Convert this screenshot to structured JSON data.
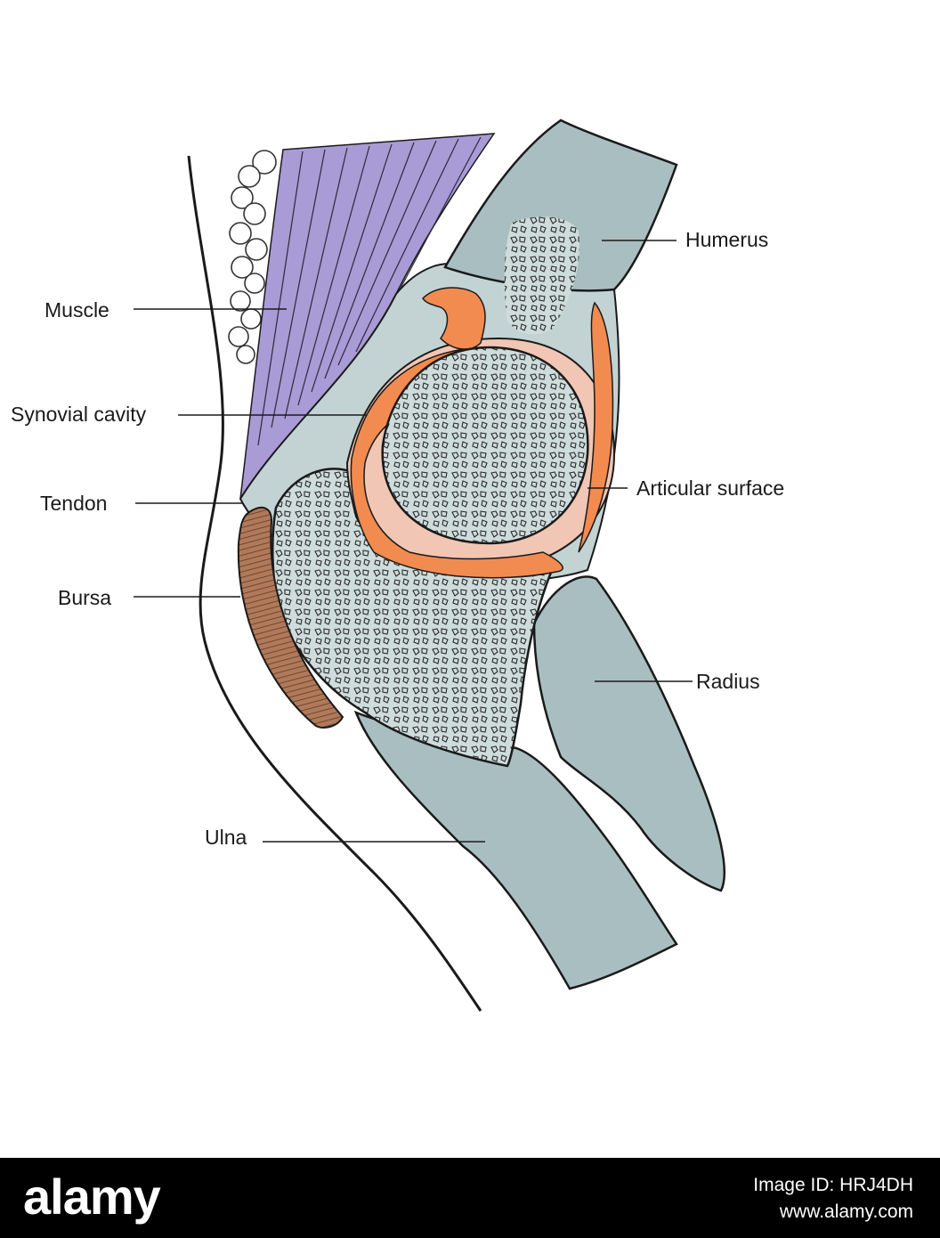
{
  "labels": {
    "humerus": "Humerus",
    "muscle": "Muscle",
    "synovial_cavity": "Synovial cavity",
    "articular_surface": "Articular surface",
    "tendon": "Tendon",
    "bursa": "Bursa",
    "radius": "Radius",
    "ulna": "Ulna"
  },
  "footer": {
    "logo": "alamy",
    "image_code": "Image ID: HRJ4DH",
    "url": "www.alamy.com"
  },
  "colors": {
    "bone": "#a9bec0",
    "bone_interior": "#c2d3d4",
    "muscle": "#a99bd6",
    "cartilage": "#f28b50",
    "bursa": "#b07a5a",
    "footer": "#000000"
  }
}
